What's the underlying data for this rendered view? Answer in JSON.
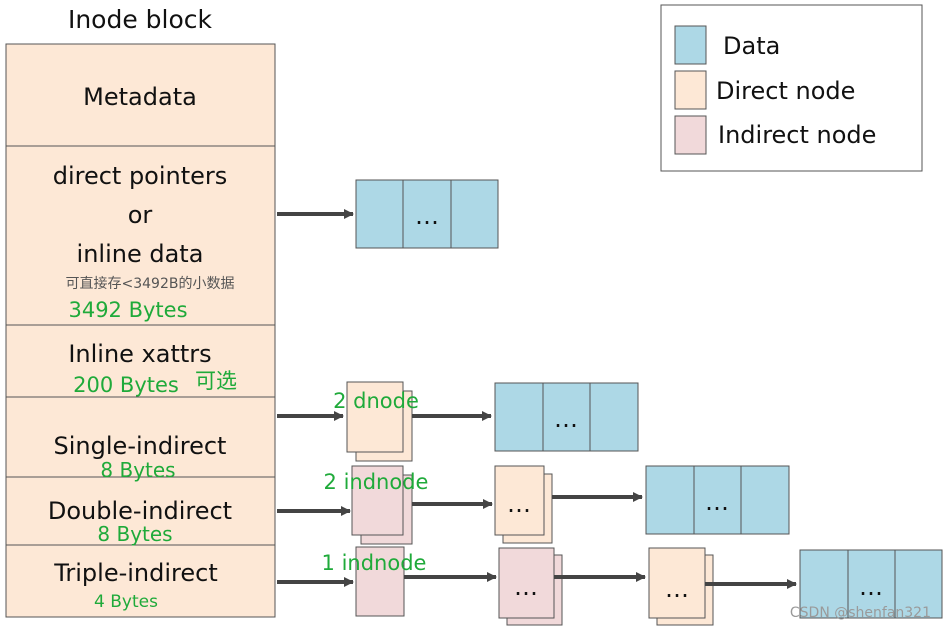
{
  "title": "Inode block",
  "legend": {
    "items": [
      {
        "label": "Data",
        "color": "#add8e6"
      },
      {
        "label": "Direct node",
        "color": "#fde8d6"
      },
      {
        "label": "Indirect node",
        "color": "#f1d9da"
      }
    ]
  },
  "inode": {
    "metadata": "Metadata",
    "direct_line1": "direct pointers",
    "direct_line2": "or",
    "direct_line3": "inline data",
    "direct_note": "可直接存<3492B的小数据",
    "direct_size": "3492 Bytes",
    "xattrs": "Inline xattrs",
    "xattrs_size": "200 Bytes",
    "xattrs_optional": "可选",
    "single": "Single-indirect",
    "single_size": "8 Bytes",
    "double": "Double-indirect",
    "double_size": "8 Bytes",
    "triple": "Triple-indirect",
    "triple_size": "4 Bytes"
  },
  "labels": {
    "dnode": "2 dnode",
    "indnode2": "2 indnode",
    "indnode1": "1 indnode"
  },
  "ellipsis": "…",
  "watermark": "CSDN @shenfan321"
}
